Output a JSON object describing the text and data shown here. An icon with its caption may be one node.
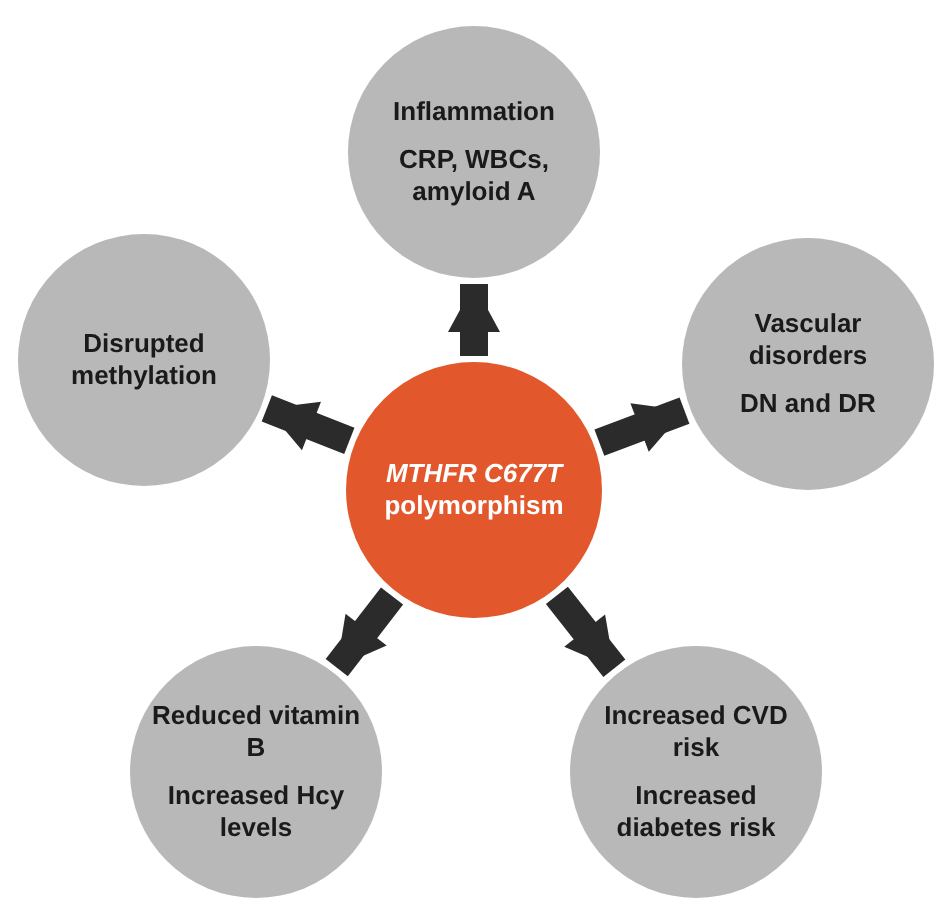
{
  "diagram": {
    "nodes": [
      {
        "text": [
          "*MTHFR C677T* polymorphism"
        ]
      },
      {
        "text": [
          "Inflammation",
          "CRP, WBCs, amyloid A"
        ]
      },
      {
        "text": [
          "Disrupted methylation"
        ]
      },
      {
        "text": [
          "Vascular disorders",
          "DN and DR"
        ]
      },
      {
        "text": [
          "Reduced vitamin B",
          "Increased Hcy levels"
        ]
      },
      {
        "text": [
          "Increased CVD risk",
          "Increased diabetes risk"
        ]
      }
    ],
    "edges": [
      {
        "from": 0,
        "to": 1,
        "arrow": "to"
      },
      {
        "from": 0,
        "to": 2,
        "arrow": "to"
      },
      {
        "from": 0,
        "to": 3,
        "arrow": "to"
      },
      {
        "from": 0,
        "to": 4,
        "arrow": "to"
      },
      {
        "from": 0,
        "to": 5,
        "arrow": "to"
      }
    ]
  }
}
